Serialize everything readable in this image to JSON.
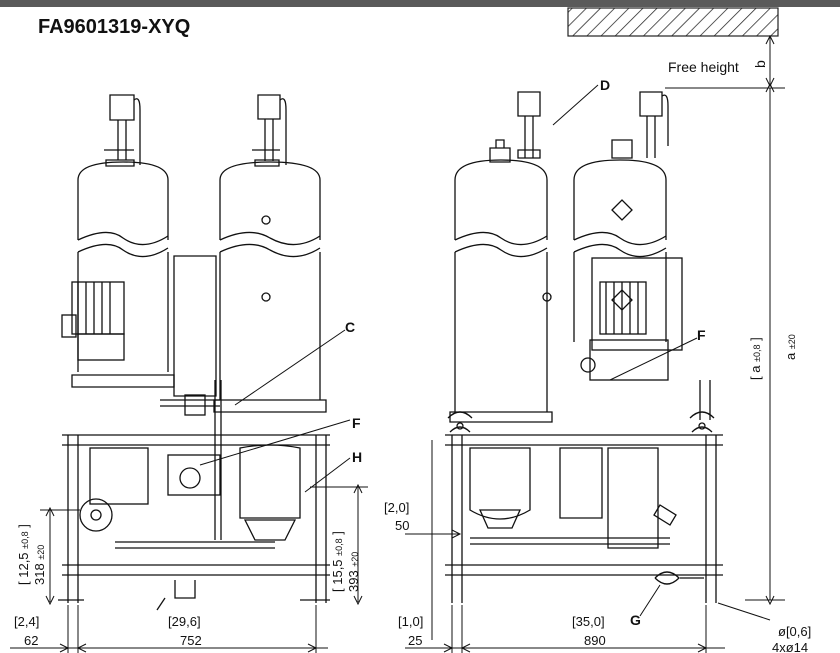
{
  "title": "FA9601319-XYQ",
  "callouts": {
    "c": "C",
    "d": "D",
    "f_left": "F",
    "f_right": "F",
    "g": "G",
    "h": "H"
  },
  "free_height": "Free height",
  "dim_b": "b",
  "dims": {
    "a_inch": "a",
    "a_inch_tol": "±0,8",
    "a_mm": "a",
    "a_mm_tol": "±20",
    "h1_inch": "12,5",
    "h1_inch_tol": "±0,8",
    "h1_mm": "318",
    "h1_mm_tol": "±20",
    "h2_inch": "15,5",
    "h2_inch_tol": "±0,8",
    "h2_mm": "393",
    "h2_mm_tol": "±20",
    "side_in_inch": "2,0",
    "side_in_mm": "50",
    "w_left_edge_inch": "2,4",
    "w_left_edge_mm": "62",
    "w_left_inch": "29,6",
    "w_left_mm": "752",
    "w_right_edge_inch": "1,0",
    "w_right_edge_mm": "25",
    "w_right_inch": "35,0",
    "w_right_mm": "890",
    "hole_inch": "ø[0,6]",
    "hole_mm": "4xø14"
  },
  "colors": {
    "line": "#111111",
    "top_bar": "#555555",
    "hatch": "#222222"
  }
}
